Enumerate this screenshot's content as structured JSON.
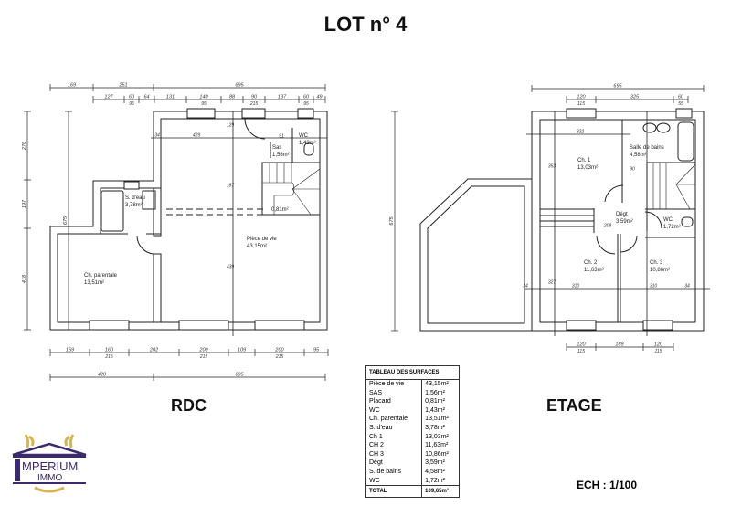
{
  "title": "LOT n° 4",
  "levels": {
    "rdc": "RDC",
    "etage": "ETAGE"
  },
  "scale": "ECH : 1/100",
  "logo": {
    "text1": "MPERIUM",
    "text2": "IMMO",
    "letter": "I",
    "colors": {
      "purple": "#3b2a6e",
      "gold": "#d8b552"
    }
  },
  "rdc_rooms": [
    {
      "name": "Sas",
      "area": "1,56m²"
    },
    {
      "name": "WC",
      "area": "1,43m²"
    },
    {
      "name": "S. d'eau",
      "area": "3,78m²"
    },
    {
      "name": "",
      "area": "0,81m²"
    },
    {
      "name": "Pièce de vie",
      "area": "43,15m²"
    },
    {
      "name": "Ch. parentale",
      "area": "13,51m²"
    }
  ],
  "etage_rooms": [
    {
      "name": "Ch. 1",
      "area": "13,03m²"
    },
    {
      "name": "Salle de bains",
      "area": "4,58m²"
    },
    {
      "name": "Dégt",
      "area": "3,59m²"
    },
    {
      "name": "WC",
      "area": "1,72m²"
    },
    {
      "name": "Ch. 2",
      "area": "11,63m²"
    },
    {
      "name": "Ch. 3",
      "area": "10,86m²"
    }
  ],
  "dims": {
    "rdc_top1": [
      "169",
      "251",
      "695"
    ],
    "rdc_top2": [
      "127",
      "60",
      "64",
      "131",
      "140",
      "88",
      "90",
      "137",
      "60",
      "49"
    ],
    "rdc_top2_sub": [
      "",
      "95",
      "",
      "",
      "95",
      "",
      "215",
      "",
      "95",
      ""
    ],
    "rdc_bot1": [
      "159",
      "160",
      "202",
      "200",
      "109",
      "200",
      "95"
    ],
    "rdc_bot1_sub": [
      "",
      "215",
      "",
      "215",
      "",
      "215",
      ""
    ],
    "rdc_bot2": [
      "420",
      "695"
    ],
    "rdc_left": [
      "276",
      "197",
      "418"
    ],
    "rdc_total_h": "675",
    "rdc_inner": [
      "34",
      "429",
      "129",
      "187",
      "439",
      "91"
    ],
    "et_top1": [
      "695"
    ],
    "et_top2": [
      "120",
      "325",
      "60"
    ],
    "et_top2_sub": [
      "115",
      "",
      "55"
    ],
    "et_bot": [
      "120",
      "189",
      "120"
    ],
    "et_bot_sub": [
      "115",
      "",
      "115"
    ],
    "et_total_h": "675",
    "et_inner": [
      "332",
      "353",
      "310",
      "310",
      "34",
      "34",
      "327",
      "208",
      "90"
    ]
  },
  "surfaces": {
    "header": "TABLEAU DES SURFACES",
    "rows": [
      {
        "room": "Pièce de vie",
        "area": "43,15m²"
      },
      {
        "room": "SAS",
        "area": "1,56m²"
      },
      {
        "room": "Placard",
        "area": "0,81m²"
      },
      {
        "room": "WC",
        "area": "1,43m²"
      },
      {
        "room": "Ch. parentale",
        "area": "13,51m²"
      },
      {
        "room": "S. d'eau",
        "area": "3,78m²"
      },
      {
        "room": "Ch 1",
        "area": "13,03m²"
      },
      {
        "room": "CH 2",
        "area": "11,63m²"
      },
      {
        "room": "CH 3",
        "area": "10,86m²"
      },
      {
        "room": "Dégt",
        "area": "3,59m²"
      },
      {
        "room": "S. de bains",
        "area": "4,58m²"
      },
      {
        "room": "WC",
        "area": "1,72m²"
      }
    ],
    "total_label": "TOTAL",
    "total": "109,65m²"
  }
}
